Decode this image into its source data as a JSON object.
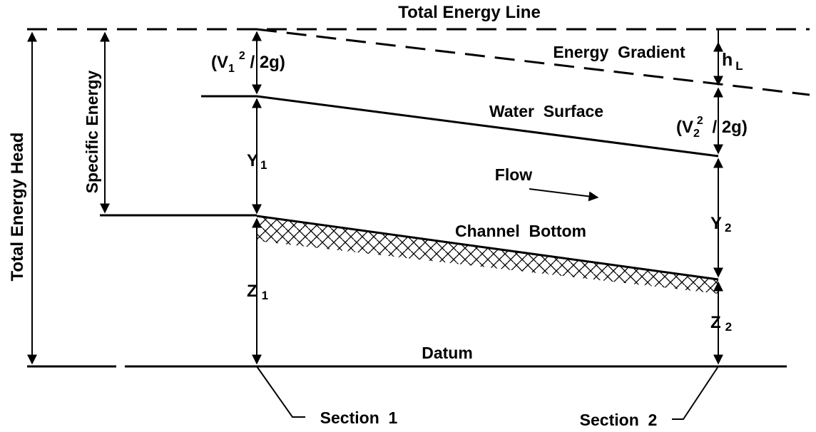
{
  "diagram": {
    "total_energy_line": "Total Energy Line",
    "energy_gradient": "Energy  Gradient",
    "head_loss": {
      "base": "h",
      "sub": "L"
    },
    "velocity_head_1": {
      "open": "(V",
      "sub": "1",
      "sup": "2",
      "rest": " / 2g)"
    },
    "velocity_head_2": {
      "open": "(V",
      "sub": "2",
      "sup": "2",
      "rest": " / 2g)"
    },
    "water_surface": "Water  Surface",
    "flow": "Flow",
    "channel_bottom": "Channel  Bottom",
    "datum": "Datum",
    "y1": {
      "base": "Y",
      "sub": "1"
    },
    "y2": {
      "base": "Y",
      "sub": "2"
    },
    "z1": {
      "base": "Z",
      "sub": "1"
    },
    "z2": {
      "base": "Z",
      "sub": "2"
    },
    "specific_energy": "Specific Energy",
    "total_energy_head": "Total Energy Head",
    "section_1": "Section  1",
    "section_2": "Section  2",
    "colors": {
      "ink": "#000000",
      "background": "#ffffff"
    }
  }
}
